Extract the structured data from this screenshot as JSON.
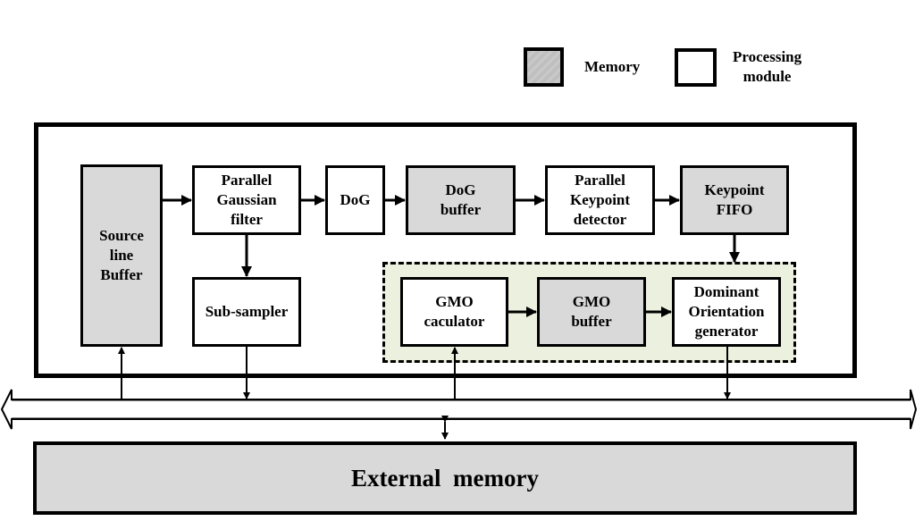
{
  "legend": {
    "memory_label": "Memory",
    "processing_label_line1": "Processing",
    "processing_label_line2": "module"
  },
  "blocks": {
    "source_line_buffer": [
      "Source",
      "line",
      "Buffer"
    ],
    "parallel_gaussian_filter": [
      "Parallel",
      "Gaussian",
      "filter"
    ],
    "dog": [
      "DoG"
    ],
    "dog_buffer": [
      "DoG",
      "buffer"
    ],
    "parallel_keypoint_detector": [
      "Parallel",
      "Keypoint",
      "detector"
    ],
    "keypoint_fifo": [
      "Keypoint",
      "FIFO"
    ],
    "sub_sampler": [
      "Sub-sampler"
    ],
    "gmo_calculator": [
      "GMO",
      "caculator"
    ],
    "gmo_buffer": [
      "GMO",
      "buffer"
    ],
    "dominant_orientation_generator": [
      "Dominant",
      "Orientation",
      "generator"
    ]
  },
  "external_memory": "External  memory",
  "colors": {
    "memory_fill": "#d9d9d9",
    "orientation_group_fill": "#ebf1de",
    "line": "#000000"
  }
}
